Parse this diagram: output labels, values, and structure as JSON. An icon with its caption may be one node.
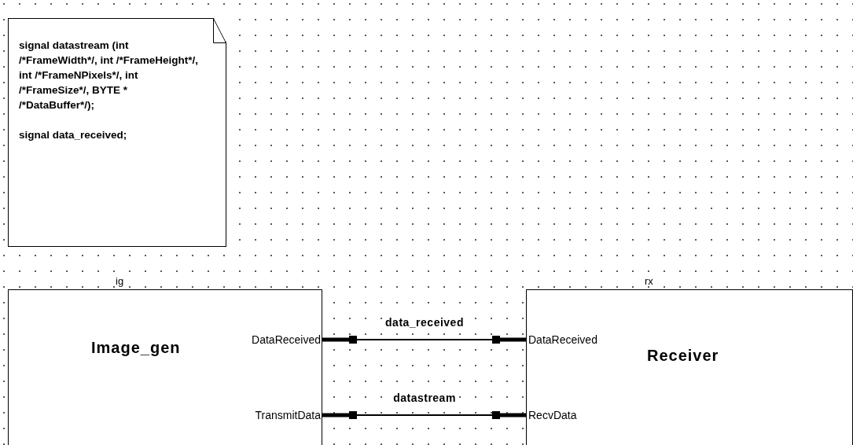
{
  "diagram": {
    "nodes": [
      {
        "text": [
          "signal datastream (int /*FrameWidth*/, int /*FrameHeight*/, int /*FrameNPixels*/, int /*FrameSize*/, BYTE * /*DataBuffer*/);",
          "signal data_received;"
        ]
      },
      {
        "text": [
          "Image_gen"
        ],
        "beside": [
          "ig"
        ]
      },
      {
        "text": [
          "DataReceived"
        ],
        "in": 1
      },
      {
        "text": [
          "TransmitData"
        ],
        "in": 1
      },
      {
        "text": [
          "Receiver"
        ],
        "beside": [
          "rx"
        ]
      },
      {
        "text": [
          "DataReceived"
        ],
        "in": 4
      },
      {
        "text": [
          "RecvData"
        ],
        "in": 4
      }
    ],
    "edges": [
      {
        "from": 2,
        "to": 5,
        "arrow": "other",
        "label": "data_received"
      },
      {
        "from": 3,
        "to": 6,
        "arrow": "other",
        "label": "datastream"
      }
    ]
  }
}
